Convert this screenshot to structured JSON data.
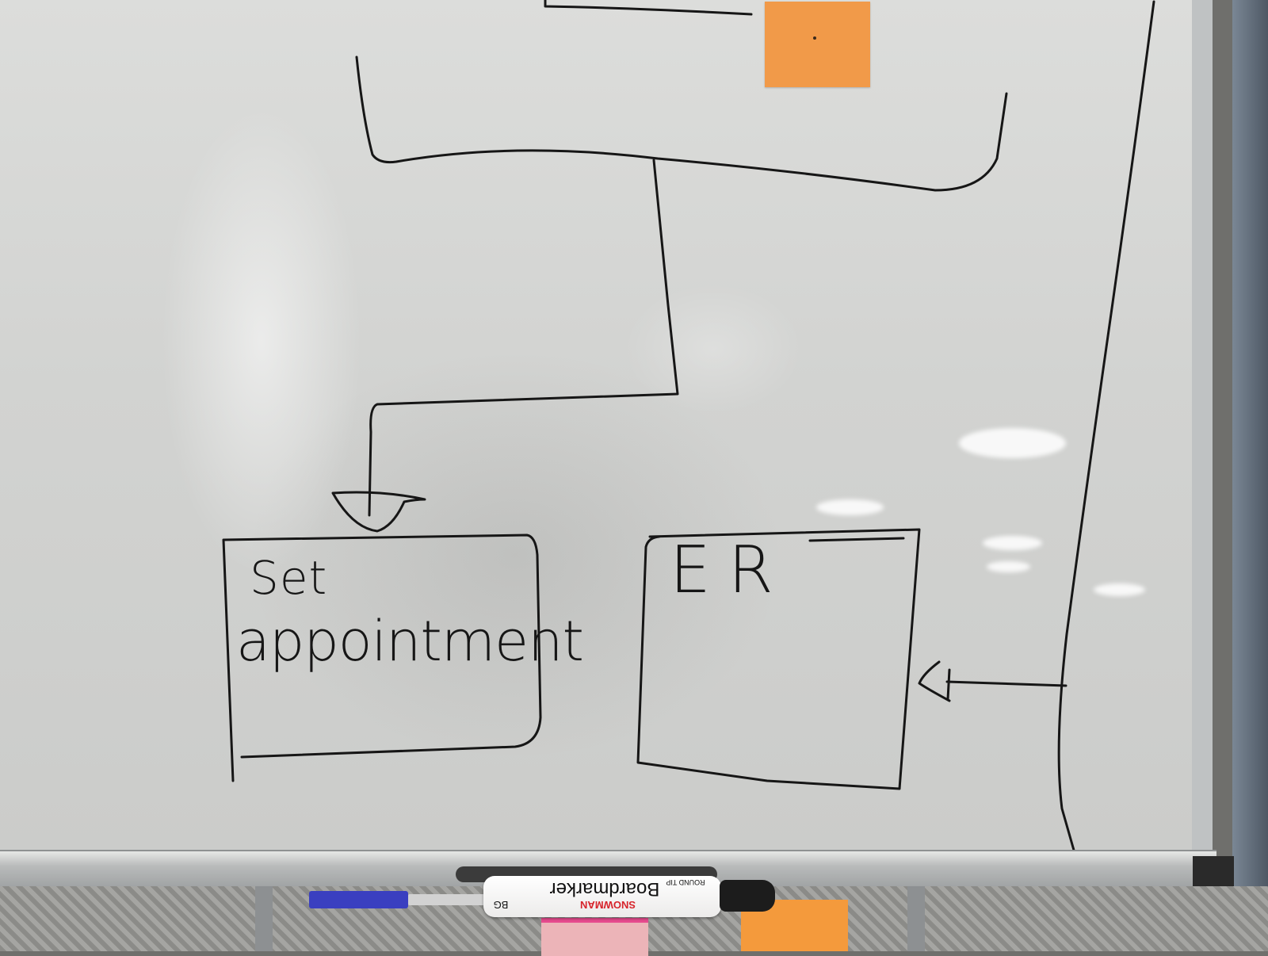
{
  "whiteboard": {
    "box_left_text_line1": "Set",
    "box_left_text_line2": "appointment",
    "box_right_text": "ER"
  },
  "marker": {
    "label": "Boardmarker",
    "brand": "SNOWMAN",
    "code": "BG",
    "tip_text": "ROUND TIP"
  },
  "colors": {
    "ink": "#161616",
    "sticky_note": "#f19a49",
    "board": "#d6d7d5",
    "frame": "#bfc2c3"
  }
}
